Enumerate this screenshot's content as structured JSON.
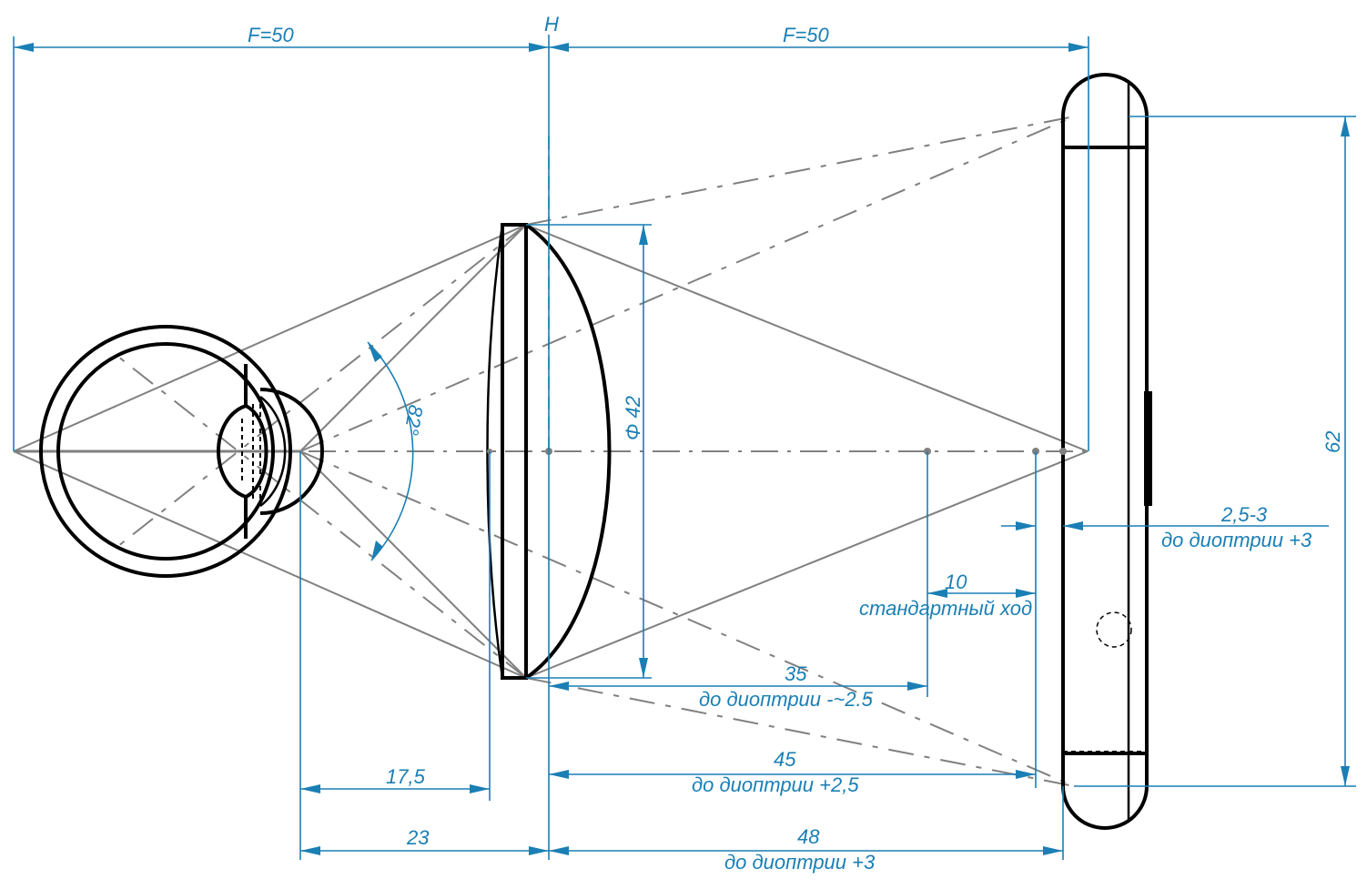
{
  "labels": {
    "H": "H",
    "focal_left": "F=50",
    "focal_right": "F=50",
    "diameter": "Φ 42",
    "angle": "82°",
    "height": "62",
    "screen_gap_value": "2,5-3",
    "screen_gap_note": "до диоптрии +3",
    "travel_value": "10",
    "travel_note": "стандартный ход",
    "d35_value": "35",
    "d35_note": "до диоптрии -~2.5",
    "d45_value": "45",
    "d45_note": "до диоптрии +2,5",
    "d48_value": "48",
    "d48_note": "до диоптрии +3",
    "d17": "17,5",
    "d23": "23"
  },
  "colors": {
    "dimension": "#1a7fb5",
    "rays": "#808080",
    "objects": "#000000"
  }
}
